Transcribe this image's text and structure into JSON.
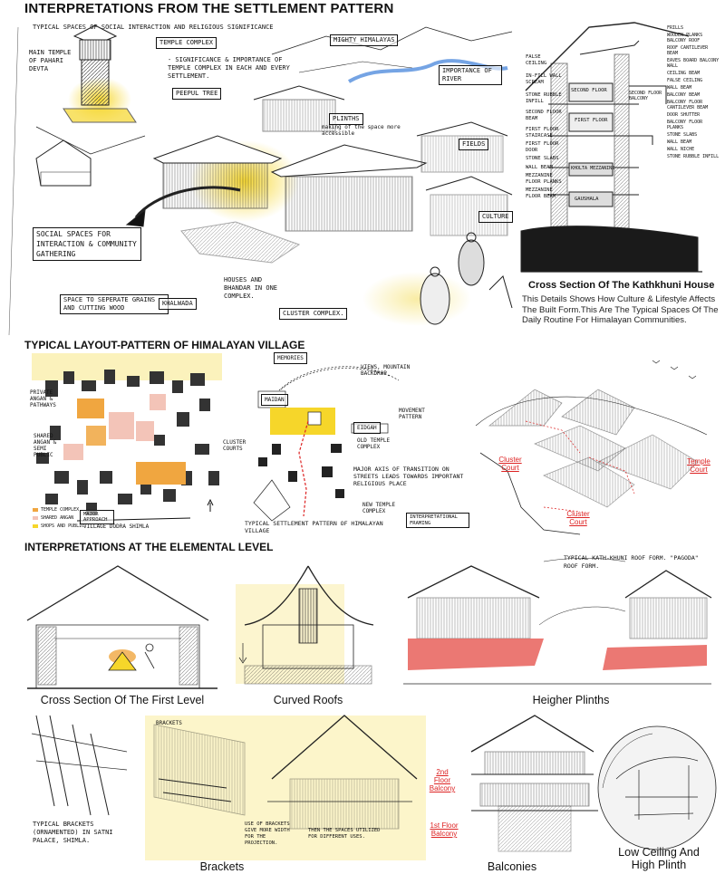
{
  "headings": {
    "settlement": "INTERPRETATIONS FROM THE SETTLEMENT PATTERN",
    "layout": "TYPICAL LAYOUT-PATTERN OF HIMALAYAN VILLAGE",
    "elemental": "INTERPRETATIONS AT THE ELEMENTAL LEVEL"
  },
  "settlement_notes": {
    "social_spaces_top": "TYPICAL SPACES OF SOCIAL INTERACTION AND RELIGIOUS SIGNIFICANCE",
    "main_temple": "MAIN TEMPLE OF PAHARI DEVTA",
    "temple_complex": "TEMPLE COMPLEX",
    "mighty_himalayas": "MIGHTY HIMALAYAS",
    "significance": "- SIGNIFICANCE & IMPORTANCE OF TEMPLE COMPLEX IN EACH AND EVERY SETTLEMENT.",
    "peepul": "PEEPUL TREE",
    "river": "IMPORTANCE OF RIVER",
    "plinths": "PLINTHS",
    "plinths_note": "making of the space more accessible",
    "fields": "FIELDS",
    "social_spaces": "SOCIAL SPACES FOR INTERACTION & COMMUNITY GATHERING",
    "culture": "CULTURE",
    "space_grains": "SPACE TO SEPERATE GRAINS AND CUTTING WOOD",
    "khalwada": "KHALWADA",
    "houses_bhandar": "HOUSES AND BHANDAR IN ONE COMPLEX.",
    "cluster_complex": "CLUSTER COMPLEX."
  },
  "cross_section": {
    "left_labels": [
      "FALSE CEILING",
      "IN-FILL WALL SCREAM",
      "STONE RUBBLE INFILL",
      "SECOND FLOOR BEAM",
      "FIRST FLOOR STAIRCASE",
      "FIRST FLOOR DOOR",
      "STONE SLABS",
      "WALL BEAM",
      "MEZZANINE FLOOR PLANKS",
      "MEZZANINE FLOOR BEAM"
    ],
    "right_labels": [
      "FRILLS",
      "WOODEN PLANKS BALCONY ROOF",
      "ROOF CANTILEVER BEAM",
      "EAVES BOARD BALCONY WALL",
      "CEILING BEAM",
      "FALSE CEILING",
      "WALL BEAM",
      "BALCONY BEAM",
      "BALCONY FLOOR CANTILEVER BEAM",
      "DOOR SHUTTER",
      "BALCONY FLOOR PLANKS",
      "STONE SLABS",
      "WALL BEAM",
      "WALL NICHE",
      "STONE RUBBLE INFILL"
    ],
    "floors": [
      "SECOND FLOOR",
      "FIRST FLOOR",
      "KHOLTA MEZZANINE",
      "GAUSHALA"
    ],
    "second_floor_balcony": "SECOND FLOOR BALCONY",
    "title": "Cross Section Of The Kathkhuni House",
    "description": "This Details Shows How Culture & Lifestyle Affects The Built Form.This Are The Typical Spaces Of The Daily Routine For Himalayan Communities."
  },
  "layout_notes": {
    "private_angan": "PRIVATE ANGAN & PATHWAYS",
    "shared_angan": "SHARED ANGAN & SEMI PUBLIC",
    "legend": [
      "TEMPLE COMPLEX",
      "SHARED ANGAN",
      "SHOPS AND PUBLIC"
    ],
    "major_approach": "MAJOR APPROACH",
    "village_road": "VILLAGE DODRA SHIMLA",
    "memories": "MEMORIES",
    "views": "VIEWS, MOUNTAIN BACKDROP",
    "maidan": "MAIDAN",
    "movement": "MOVEMENT PATTERN",
    "eidgah": "EIDGAH",
    "old_temple": "OLD TEMPLE COMPLEX",
    "cluster_courts": "CLUSTER COURTS",
    "major_axis": "MAJOR AXIS OF TRANSITION ON STREETS LEADS TOWARDS IMPORTANT RELIGIOUS PLACE",
    "new_temple": "NEW TEMPLE COMPLEX",
    "typical_pattern": "TYPICAL SETTLEMENT PATTERN OF HIMALAYAN VILLAGE",
    "interpretational": "INTERPRETATIONAL FRAMING",
    "cluster_court_1": "Cluster Court",
    "cluster_court_2": "Cluster Court",
    "temple_court": "Temple Court"
  },
  "elemental": {
    "cap_first_level": "Cross Section Of The First Level",
    "cap_curved": "Curved Roofs",
    "cap_plinths": "Heigher Plinths",
    "cap_brackets": "Brackets",
    "cap_balconies": "Balconies",
    "cap_low_ceiling": "Low Ceiling And High Plinth",
    "roof_form": "TYPICAL KATH-KHUNI ROOF FORM. \"PAGODA\" ROOF FORM.",
    "brackets_note": "TYPICAL BRACKETS (ORNAMENTED) IN SATNI PALACE, SHIMLA.",
    "brackets_label": "BRACKETS",
    "use_of_brackets": "USE OF BRACKETS GIVE MORE WIDTH FOR THE PROJECTION.",
    "utilized": "THEN THE SPACES UTILIZED FOR DIFFERENT USES.",
    "balcony_2nd": "2nd Floor Balcony",
    "balcony_1st": "1st Floor Balcony"
  },
  "colors": {
    "accent_yellow": "#f2d33a",
    "accent_orange": "#f0a640",
    "pink": "#f2b8b0",
    "red": "#d43030"
  }
}
